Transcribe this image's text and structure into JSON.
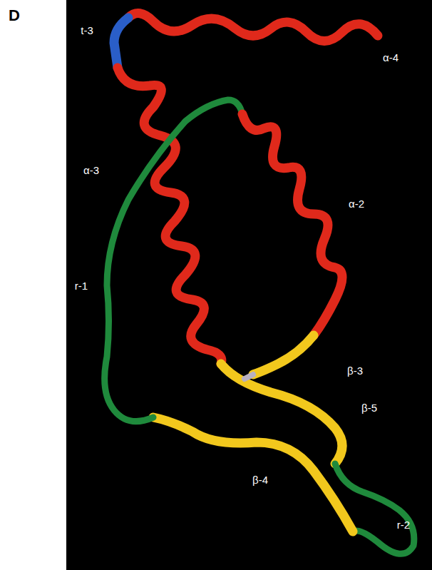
{
  "diagram": {
    "labels": [
      "D",
      "t-3",
      "α-4",
      "α-3",
      "α-2",
      "r-1",
      "β-3",
      "β-5",
      "β-4",
      "r-2"
    ]
  }
}
